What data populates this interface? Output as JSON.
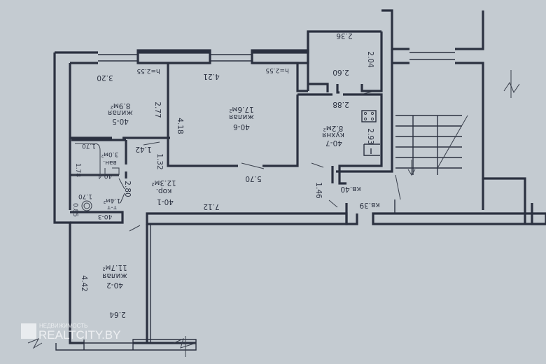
{
  "rooms": {
    "r5": {
      "id": "40-5",
      "type": "жилая",
      "area": "8.9м²",
      "width": "3.20",
      "depth": "2.77",
      "height": "h=2.55"
    },
    "r6": {
      "id": "40-6",
      "type": "жилая",
      "area": "17.6м²",
      "width": "4.21",
      "depth": "4.18",
      "height": "h=2.55"
    },
    "r1": {
      "id": "40-1",
      "type": "кор.",
      "area": "12.3м²",
      "d1": "1.42",
      "d2": "1.32",
      "d3": "5.70",
      "d4": "7.12",
      "d5": "2.80",
      "d6": "1.46"
    },
    "r4": {
      "id": "40-4",
      "type": "ван.",
      "area": "3.0м²",
      "width": "1.70",
      "depth": "1.78"
    },
    "r3": {
      "id": "40-3",
      "type": "т-т",
      "area": "1.4м²",
      "width": "1.70",
      "depth": "0.85"
    },
    "r2": {
      "id": "40-2",
      "type": "жилая",
      "area": "11.7м²",
      "depth": "4.42",
      "width": "2.64"
    },
    "r7": {
      "id": "40-7",
      "type": "кухня",
      "area": "8.2м²",
      "width": "2.88",
      "depth": "2.93",
      "b1": "2.36",
      "b2": "2.04",
      "b3": "2.60"
    }
  },
  "apartments": {
    "a40": "кв.40",
    "a39": "кв.39"
  },
  "watermark": {
    "line1": "НЕДВИЖИМОСТЬ",
    "line2": "REALTCITY.BY"
  }
}
